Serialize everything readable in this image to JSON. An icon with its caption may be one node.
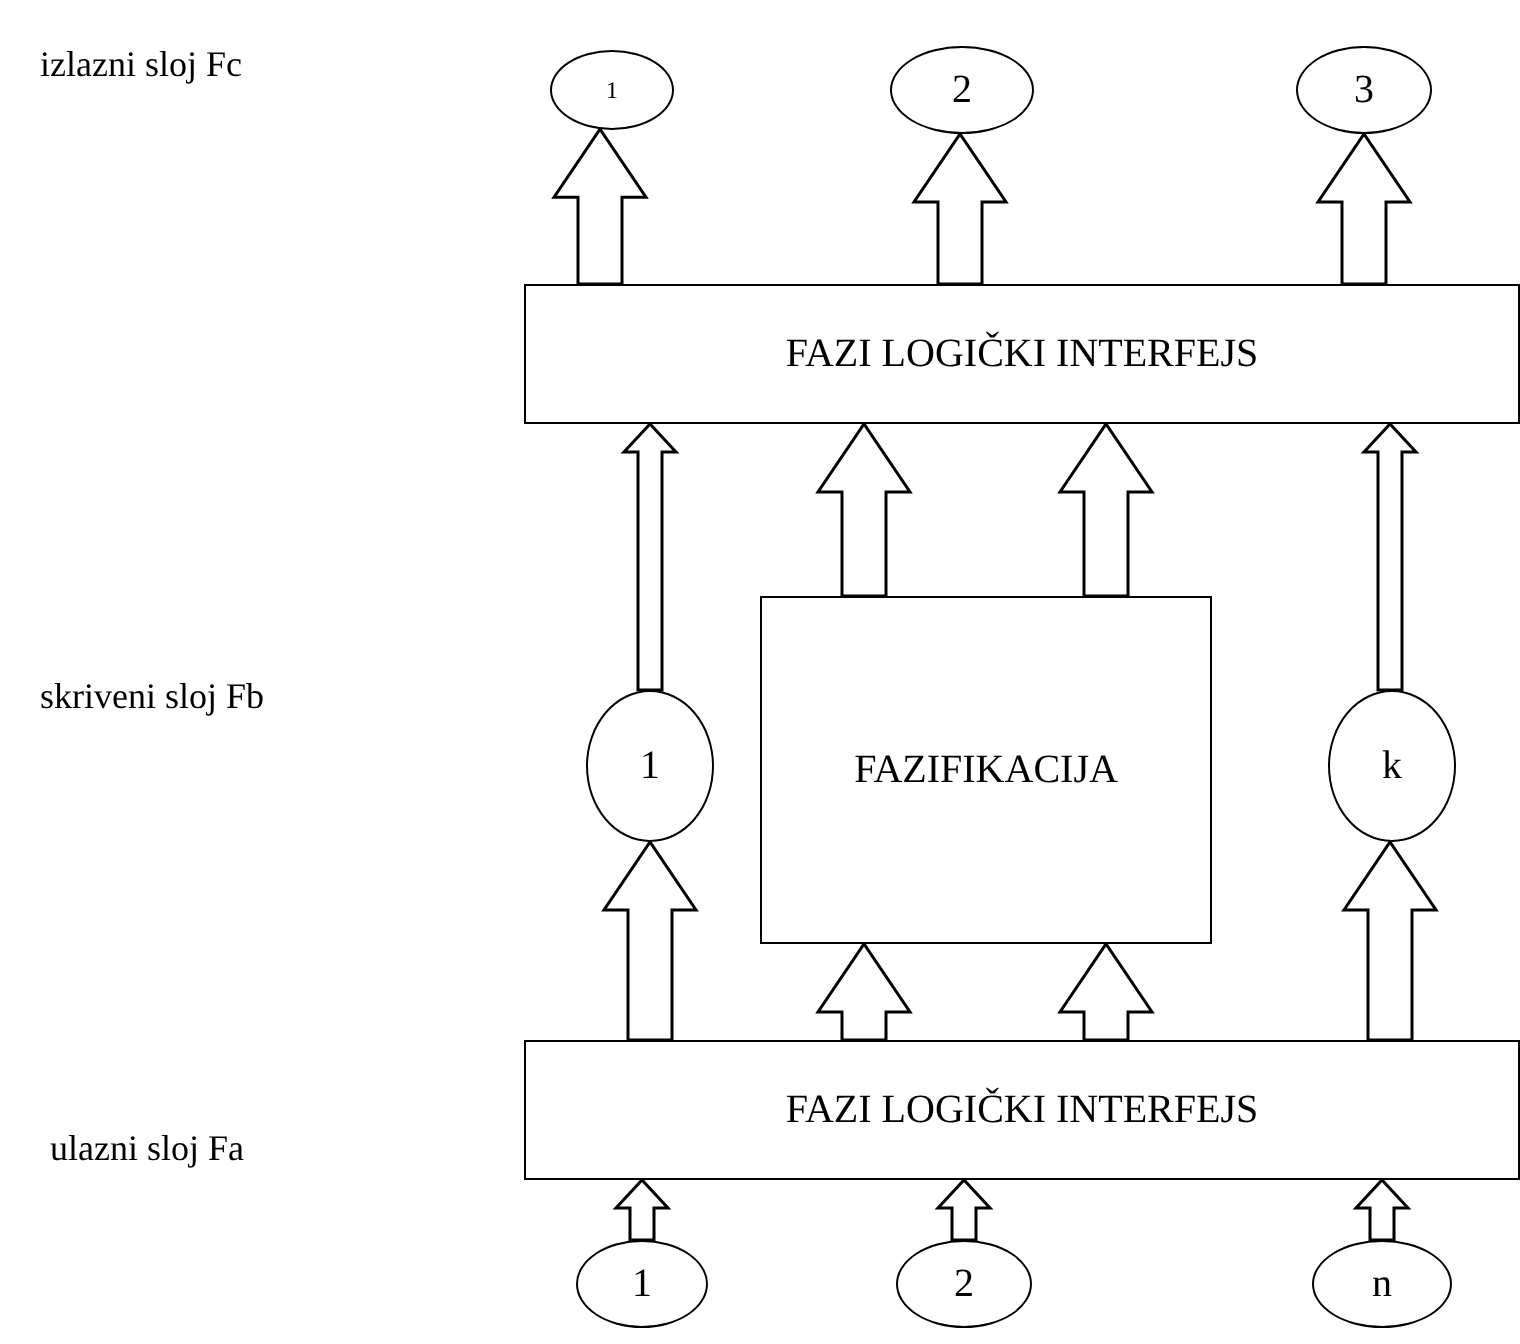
{
  "diagram": {
    "nodes": [
      {
        "text": [
          "1"
        ]
      },
      {
        "text": [
          "2"
        ]
      },
      {
        "text": [
          "3"
        ]
      },
      {
        "text": [
          "FAZI LOGIČKI INTERFEJS"
        ]
      },
      {
        "text": [
          "1"
        ]
      },
      {
        "text": [
          "FAZIFIKACIJA"
        ]
      },
      {
        "text": [
          "k"
        ]
      },
      {
        "text": [
          "FAZI LOGIČKI INTERFEJS"
        ]
      },
      {
        "text": [
          "1"
        ]
      },
      {
        "text": [
          "2"
        ]
      },
      {
        "text": [
          "n"
        ]
      }
    ],
    "edges": [
      {
        "from": 3,
        "to": 0,
        "arrow": "to"
      },
      {
        "from": 3,
        "to": 1,
        "arrow": "to"
      },
      {
        "from": 3,
        "to": 2,
        "arrow": "to"
      },
      {
        "from": 4,
        "to": 3,
        "arrow": "to"
      },
      {
        "from": 5,
        "to": 3,
        "arrow": "to"
      },
      {
        "from": 5,
        "to": 3,
        "arrow": "to"
      },
      {
        "from": 6,
        "to": 3,
        "arrow": "to"
      },
      {
        "from": 7,
        "to": 4,
        "arrow": "to"
      },
      {
        "from": 7,
        "to": 5,
        "arrow": "to"
      },
      {
        "from": 7,
        "to": 5,
        "arrow": "to"
      },
      {
        "from": 7,
        "to": 6,
        "arrow": "to"
      },
      {
        "from": 8,
        "to": 7,
        "arrow": "to"
      },
      {
        "from": 9,
        "to": 7,
        "arrow": "to"
      },
      {
        "from": 10,
        "to": 7,
        "arrow": "to"
      }
    ],
    "labels": [
      "izlazni sloj Fc",
      "skriveni sloj Fb",
      "ulazni sloj Fa"
    ]
  }
}
